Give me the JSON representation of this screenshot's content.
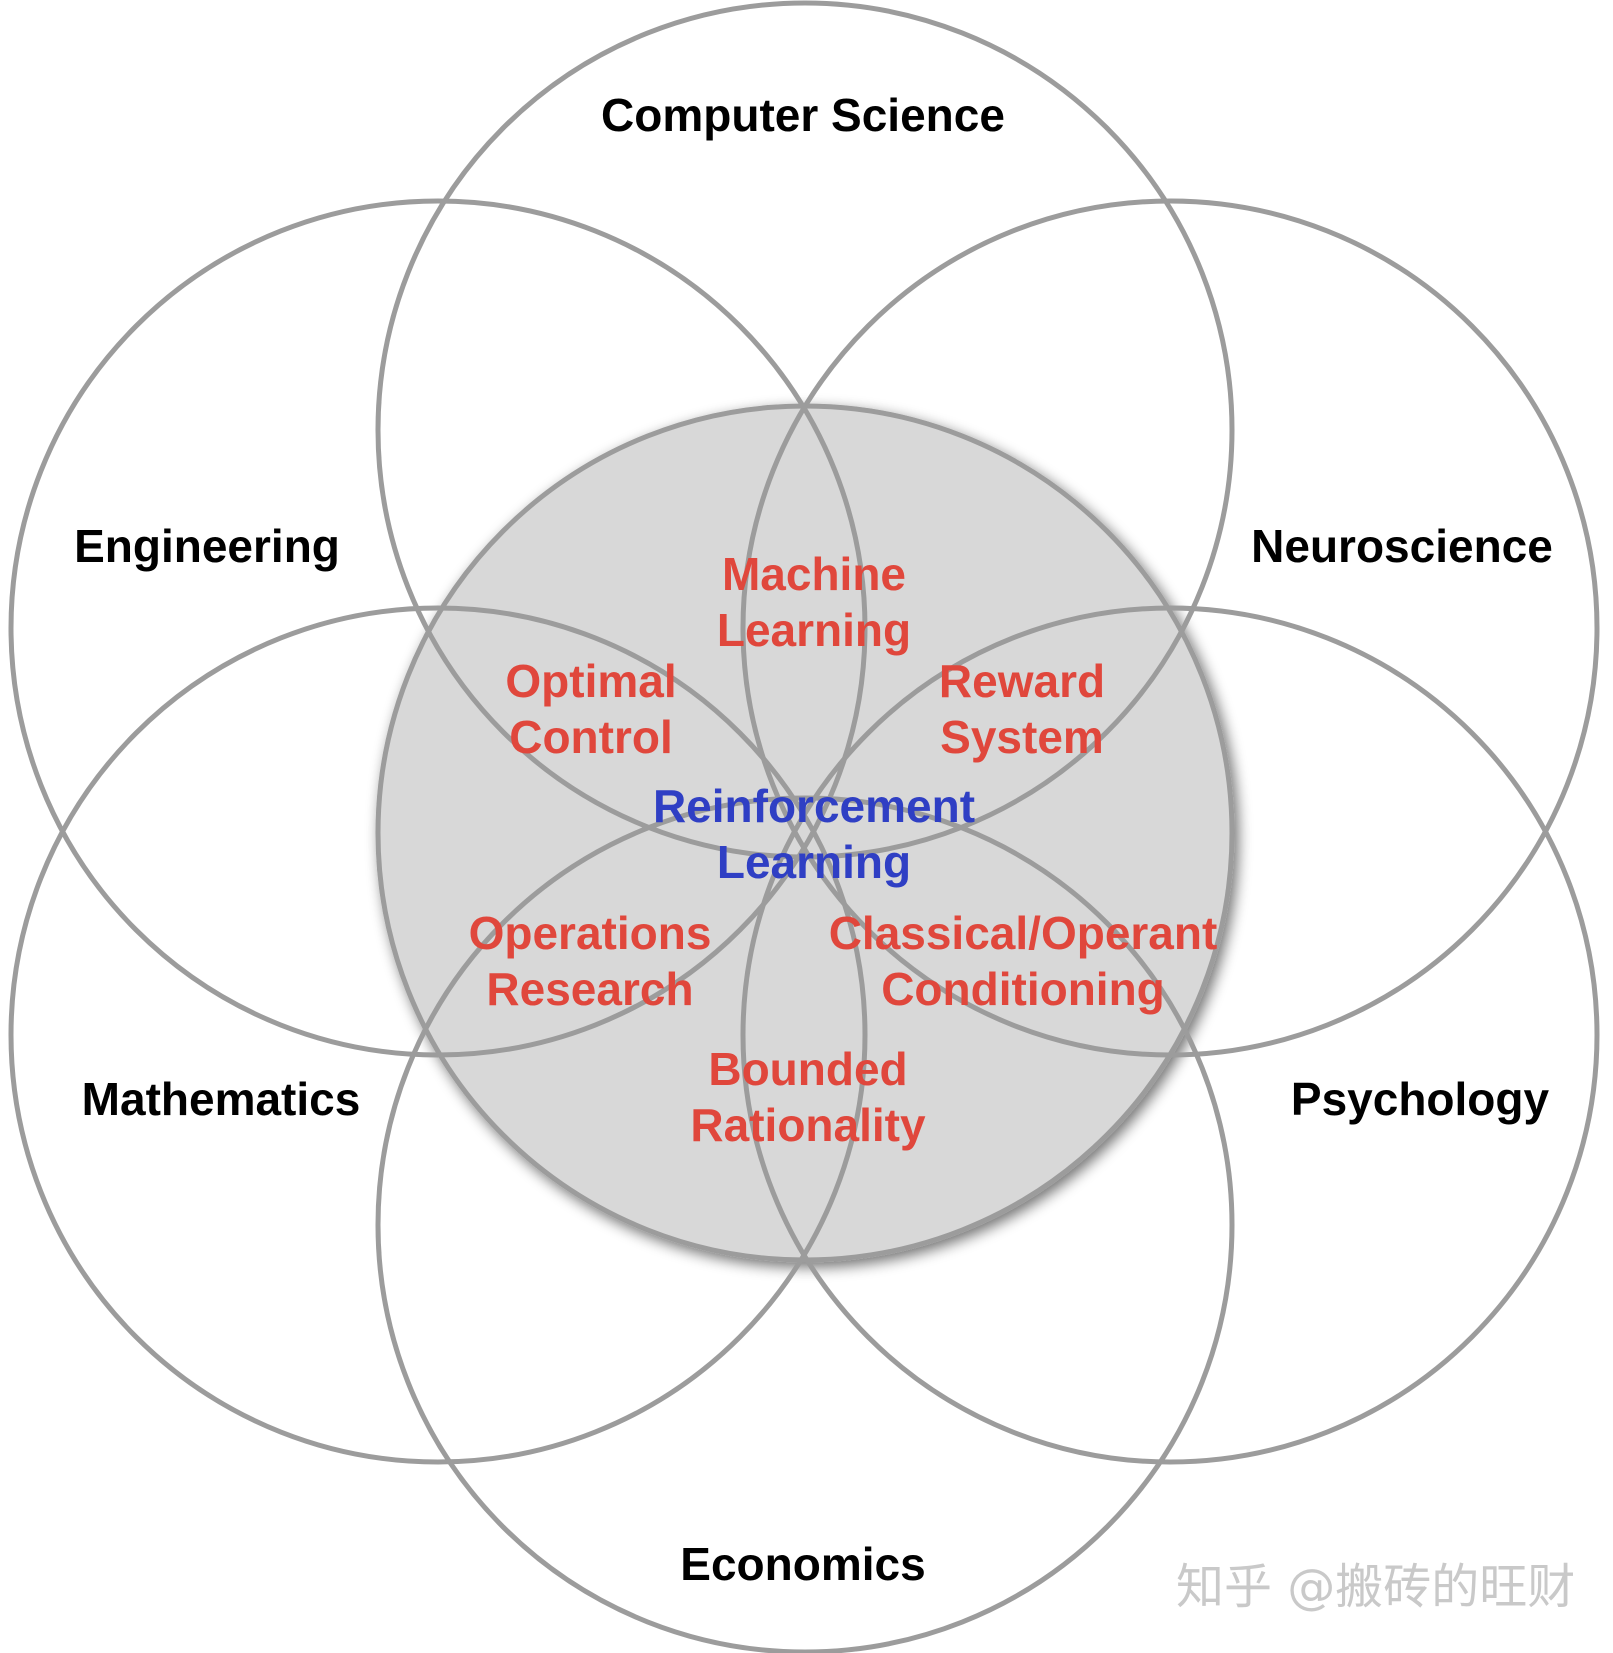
{
  "diagram": {
    "fields": [
      {
        "id": "computer-science",
        "text": "Computer Science"
      },
      {
        "id": "engineering",
        "text": "Engineering"
      },
      {
        "id": "neuroscience",
        "text": "Neuroscience"
      },
      {
        "id": "mathematics",
        "text": "Mathematics"
      },
      {
        "id": "psychology",
        "text": "Psychology"
      },
      {
        "id": "economics",
        "text": "Economics"
      }
    ],
    "overlaps": [
      {
        "id": "machine-learning",
        "lines": [
          "Machine",
          "Learning"
        ]
      },
      {
        "id": "optimal-control",
        "lines": [
          "Optimal",
          "Control"
        ]
      },
      {
        "id": "reward-system",
        "lines": [
          "Reward",
          "System"
        ]
      },
      {
        "id": "operations-research",
        "lines": [
          "Operations",
          "Research"
        ]
      },
      {
        "id": "classical-operant-conditioning",
        "lines": [
          "Classical/Operant",
          "Conditioning"
        ]
      },
      {
        "id": "bounded-rationality",
        "lines": [
          "Bounded",
          "Rationality"
        ]
      }
    ],
    "center": {
      "lines": [
        "Reinforcement",
        "Learning"
      ]
    },
    "watermark": "知乎 @搬砖的旺财"
  }
}
